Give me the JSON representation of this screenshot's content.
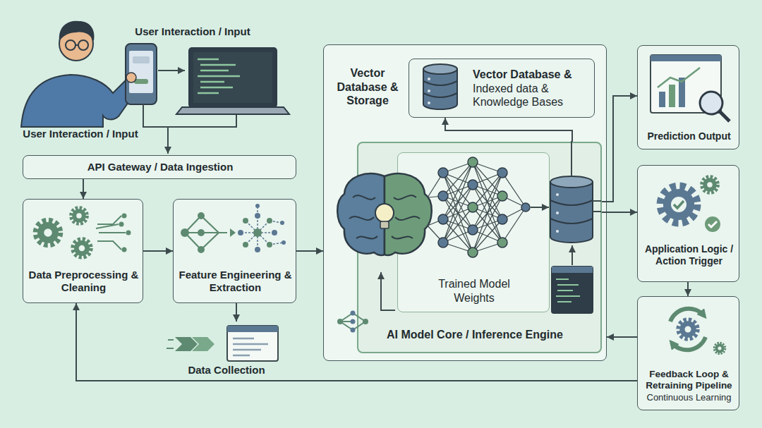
{
  "diagram": {
    "nodes": [
      {
        "text": [
          "API Gateway / Data Ingestion"
        ]
      },
      {
        "text": [
          "Data Preprocessing & Cleaning"
        ]
      },
      {
        "text": [
          "Feature Engineering & Extraction"
        ]
      },
      {
        "text": [
          "Data Collection"
        ]
      },
      {
        "text": [
          "Vector Database & Storage"
        ]
      },
      {
        "text": [
          "Vector Database &",
          "Indexed data & Knowledge Bases"
        ],
        "in": 4
      },
      {
        "text": [
          "AI Model Core / Inference Engine"
        ],
        "in": 4
      },
      {
        "text": [
          "Trained Model Weights"
        ],
        "in": 6
      },
      {
        "text": [
          "Prediction Output"
        ]
      },
      {
        "text": [
          "Application Logic / Action Trigger"
        ]
      },
      {
        "text": [
          "Feedback Loop & Retraining Pipeline",
          "Continuous Learning"
        ]
      }
    ],
    "edges": [
      {
        "from": 0,
        "to": 1,
        "arrow": "to"
      },
      {
        "from": 1,
        "to": 2,
        "arrow": "to"
      },
      {
        "from": 2,
        "to": 3,
        "arrow": "to"
      },
      {
        "from": 2,
        "to": 4,
        "arrow": "to"
      },
      {
        "from": 6,
        "to": 5,
        "arrow": "to"
      },
      {
        "from": 6,
        "to": 8,
        "arrow": "to"
      },
      {
        "from": 6,
        "to": 9,
        "arrow": "to"
      },
      {
        "from": 9,
        "to": 10,
        "arrow": "to"
      },
      {
        "from": 10,
        "to": 4,
        "arrow": "to"
      },
      {
        "from": 10,
        "to": 1,
        "arrow": "to"
      }
    ],
    "labels": [
      "User Interaction / Input",
      "User Interaction / Input"
    ]
  }
}
